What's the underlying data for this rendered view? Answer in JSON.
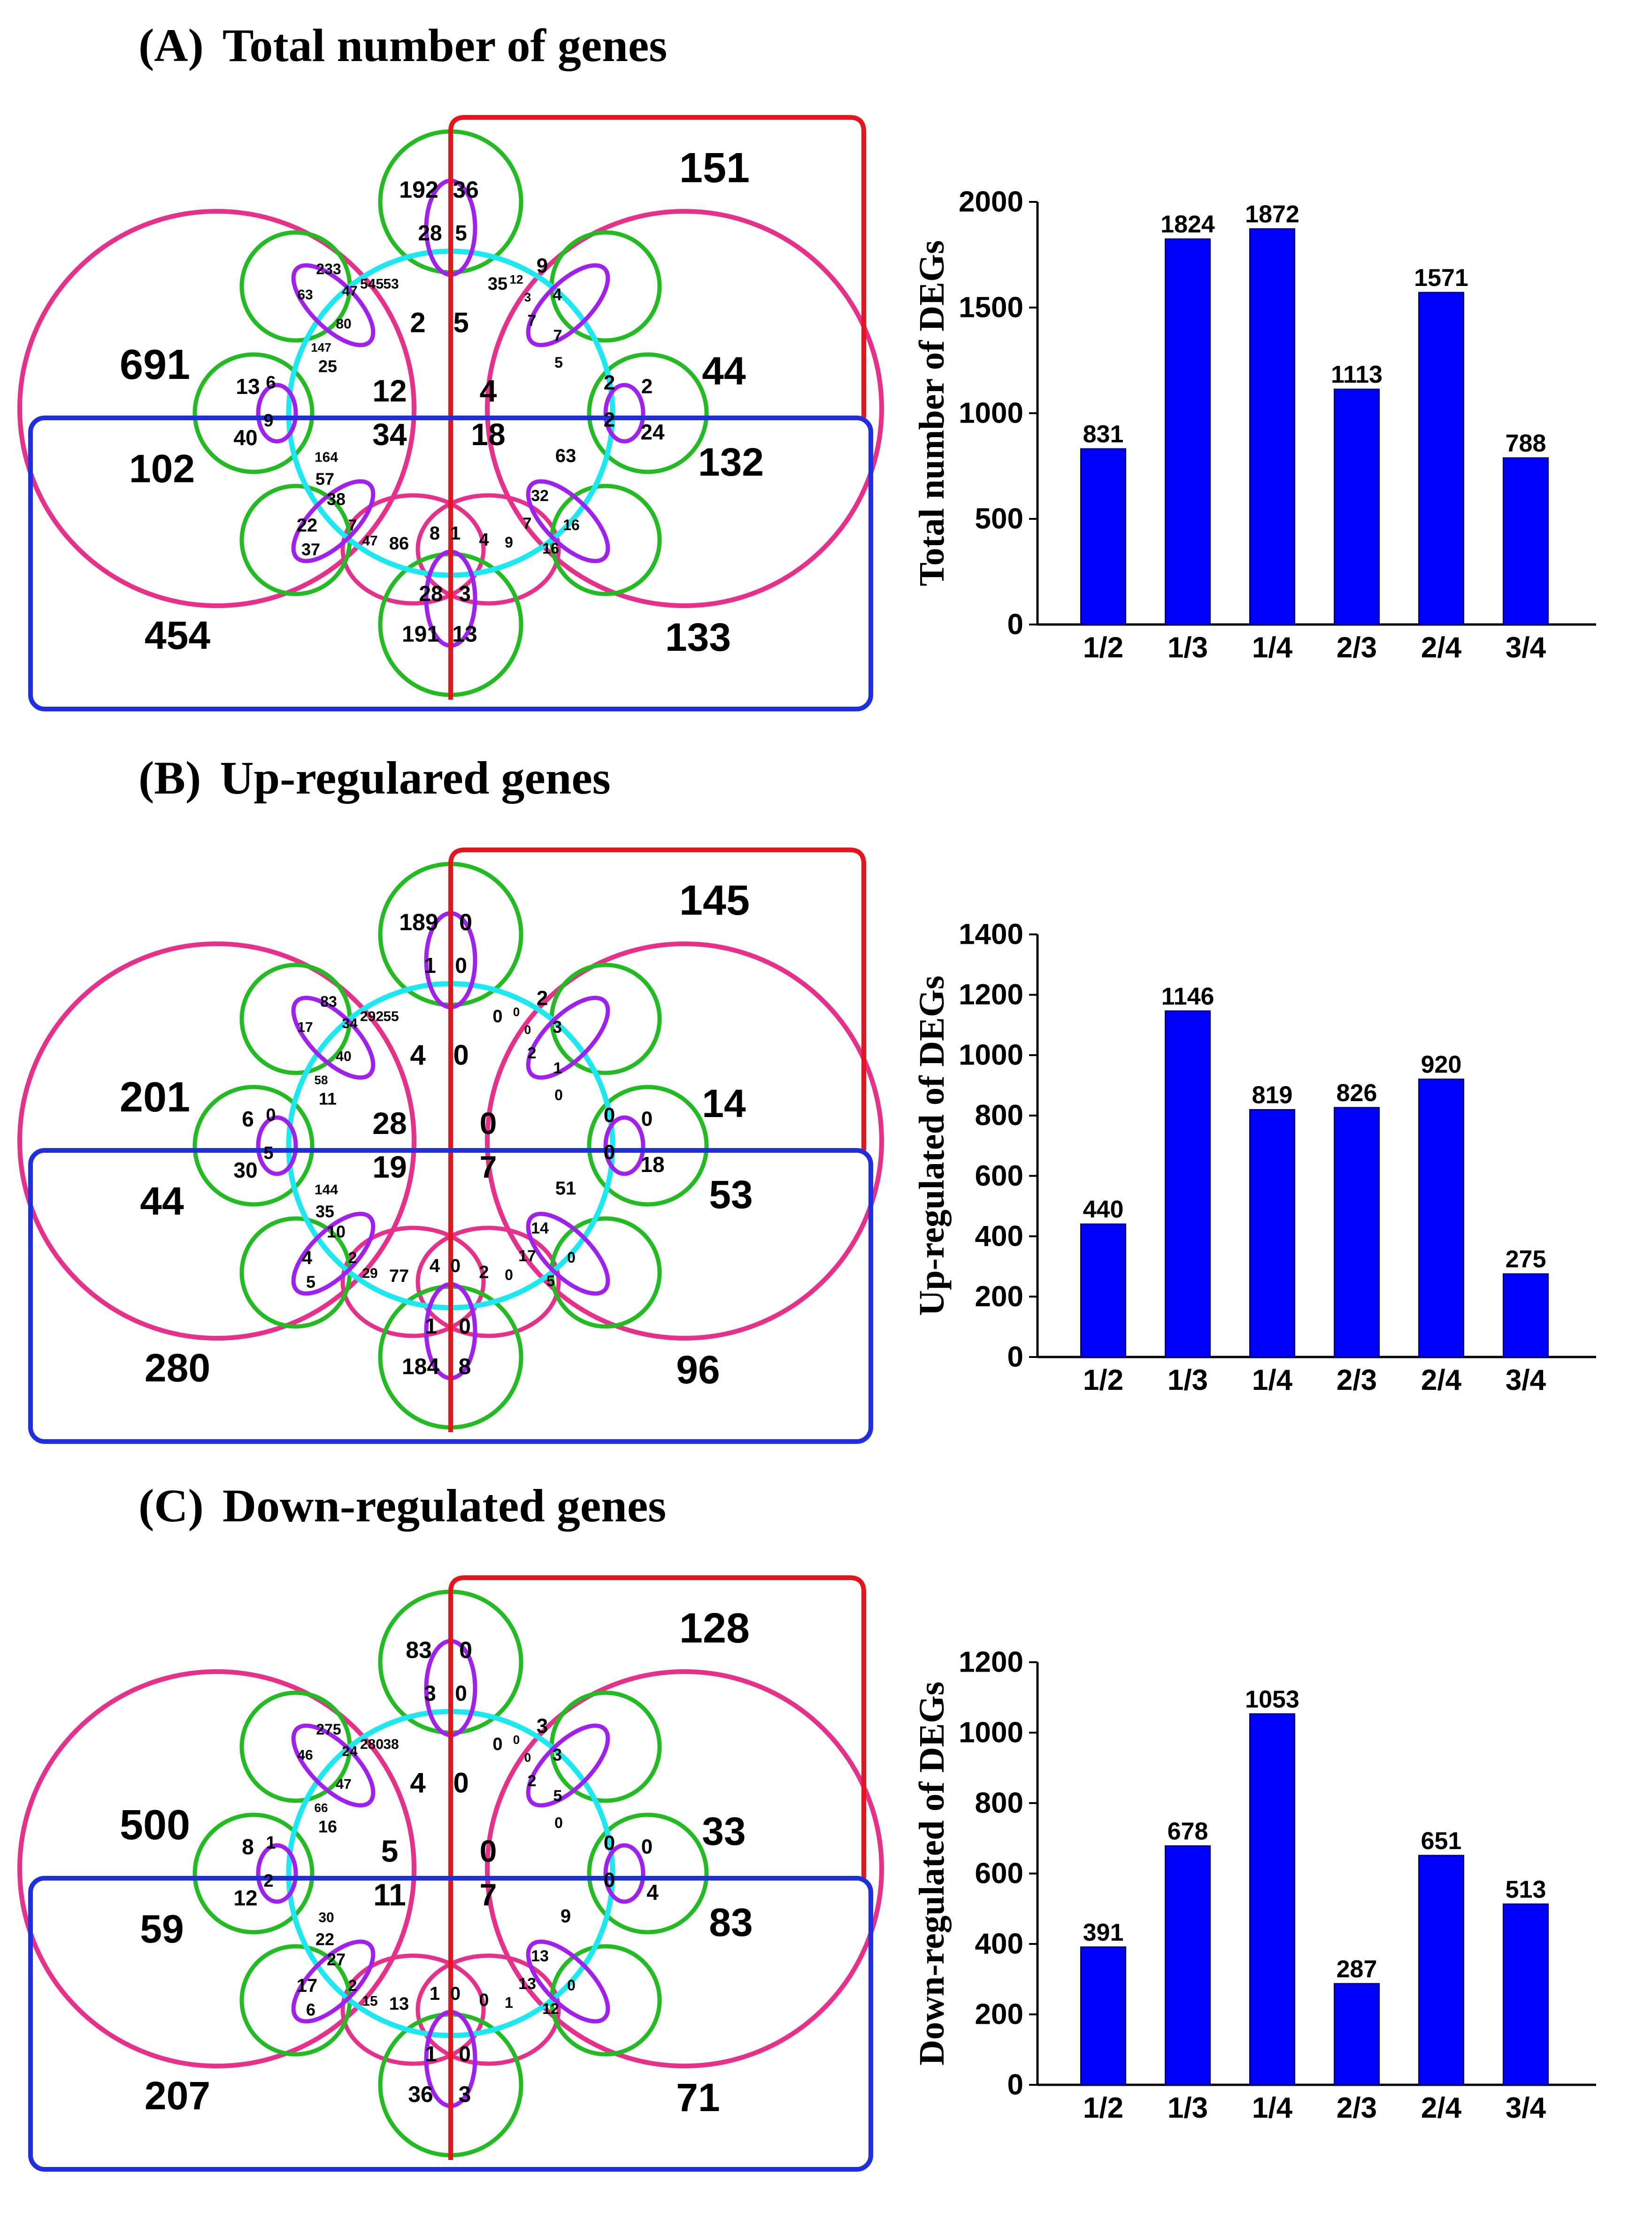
{
  "panels": [
    {
      "id": "A",
      "title_letter": "(A)",
      "title_text": "Total number of genes",
      "venn_labels": {
        "outer": [
          "151",
          "691",
          "44",
          "102",
          "132",
          "454",
          "133"
        ],
        "core": [
          "12",
          "4",
          "34",
          "18",
          "2",
          "5"
        ],
        "top": [
          "192",
          "36",
          "28",
          "5"
        ],
        "bottom": [
          "191",
          "13",
          "28",
          "3",
          "8",
          "1"
        ],
        "upper_left": [
          "233",
          "63",
          "47",
          "545",
          "53",
          "80",
          "147",
          "25"
        ],
        "upper_right": [
          "9",
          "35",
          "12",
          "3",
          "4",
          "7",
          "7",
          "5"
        ],
        "middle_left": [
          "13",
          "6",
          "9",
          "40"
        ],
        "middle_right": [
          "2",
          "2",
          "2",
          "24"
        ],
        "lower_left": [
          "164",
          "57",
          "38",
          "22",
          "7",
          "37",
          "47",
          "86"
        ],
        "lower_right": [
          "63",
          "32",
          "7",
          "16",
          "16",
          "9",
          "4"
        ]
      }
    },
    {
      "id": "B",
      "title_letter": "(B)",
      "title_text": "Up-regulared genes",
      "venn_labels": {
        "outer": [
          "145",
          "201",
          "14",
          "44",
          "53",
          "280",
          "96"
        ],
        "core": [
          "28",
          "0",
          "19",
          "7",
          "4",
          "0"
        ],
        "top": [
          "189",
          "0",
          "1",
          "0"
        ],
        "bottom": [
          "184",
          "8",
          "1",
          "0",
          "4",
          "0"
        ],
        "upper_left": [
          "83",
          "17",
          "34",
          "292",
          "55",
          "40",
          "58",
          "11"
        ],
        "upper_right": [
          "2",
          "0",
          "0",
          "0",
          "3",
          "2",
          "1",
          "0"
        ],
        "middle_left": [
          "6",
          "0",
          "5",
          "30"
        ],
        "middle_right": [
          "0",
          "0",
          "0",
          "18"
        ],
        "lower_left": [
          "144",
          "35",
          "10",
          "4",
          "2",
          "5",
          "29",
          "77"
        ],
        "lower_right": [
          "51",
          "14",
          "17",
          "0",
          "5",
          "0",
          "2",
          "2"
        ]
      }
    },
    {
      "id": "C",
      "title_letter": "(C)",
      "title_text": "Down-regulated genes",
      "venn_labels": {
        "outer": [
          "128",
          "500",
          "33",
          "59",
          "83",
          "207",
          "71"
        ],
        "core": [
          "5",
          "0",
          "11",
          "7",
          "4",
          "0"
        ],
        "top": [
          "83",
          "0",
          "3",
          "0"
        ],
        "bottom": [
          "36",
          "3",
          "1",
          "0",
          "1",
          "0"
        ],
        "upper_left": [
          "275",
          "46",
          "24",
          "280",
          "38",
          "47",
          "66",
          "16"
        ],
        "upper_right": [
          "3",
          "0",
          "0",
          "0",
          "3",
          "2",
          "5",
          "0"
        ],
        "middle_left": [
          "8",
          "1",
          "2",
          "12"
        ],
        "middle_right": [
          "0",
          "0",
          "0",
          "4"
        ],
        "lower_left": [
          "30",
          "22",
          "27",
          "17",
          "2",
          "6",
          "15",
          "13"
        ],
        "lower_right": [
          "9",
          "13",
          "13",
          "0",
          "12",
          "1",
          "0",
          "1"
        ]
      }
    }
  ],
  "colors": {
    "red_box": "#e8141b",
    "blue_box": "#1f2fe0",
    "magenta": "#e6308a",
    "green": "#22bb22",
    "purple": "#a020f0",
    "cyan": "#1be8f0",
    "bar": "#0000ff"
  },
  "chart_data": [
    {
      "type": "bar",
      "categories": [
        "1/2",
        "1/3",
        "1/4",
        "2/3",
        "2/4",
        "3/4"
      ],
      "values": [
        831,
        1824,
        1872,
        1113,
        1571,
        788
      ],
      "ylabel": "Total number of DEGs",
      "ylim": [
        0,
        2000
      ],
      "yticks": [
        0,
        500,
        1000,
        1500,
        2000
      ],
      "grid": false
    },
    {
      "type": "bar",
      "categories": [
        "1/2",
        "1/3",
        "1/4",
        "2/3",
        "2/4",
        "3/4"
      ],
      "values": [
        440,
        1146,
        819,
        826,
        920,
        275
      ],
      "ylabel": "Up-regulated of DEGs",
      "ylim": [
        0,
        1400
      ],
      "yticks": [
        0,
        200,
        400,
        600,
        800,
        1000,
        1200,
        1400
      ],
      "grid": false
    },
    {
      "type": "bar",
      "categories": [
        "1/2",
        "1/3",
        "1/4",
        "2/3",
        "2/4",
        "3/4"
      ],
      "values": [
        391,
        678,
        1053,
        287,
        651,
        513
      ],
      "ylabel": "Down-regulated of DEGs",
      "ylim": [
        0,
        1200
      ],
      "yticks": [
        0,
        200,
        400,
        600,
        800,
        1000,
        1200
      ],
      "grid": false
    }
  ]
}
